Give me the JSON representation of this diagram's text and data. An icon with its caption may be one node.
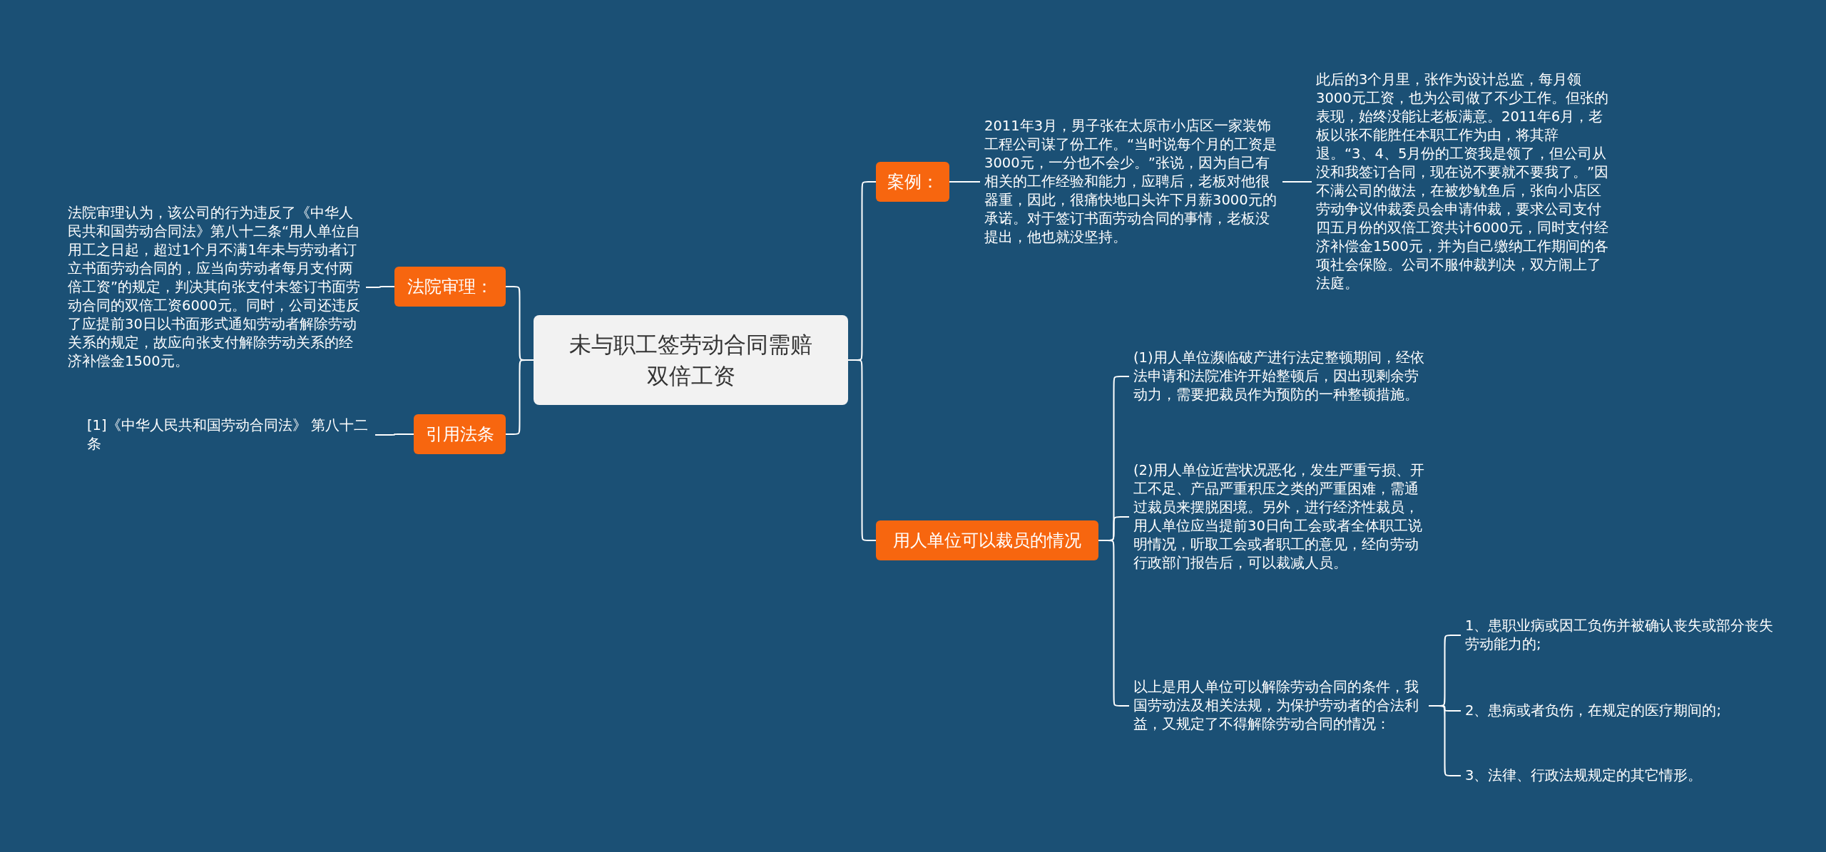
{
  "diagram": {
    "nodes": [
      {
        "text": [
          "未与职工签劳动合同需赔双倍工资"
        ]
      },
      {
        "text": [
          "法院审理："
        ]
      },
      {
        "text": [
          "法院审理认为，该公司的行为违反了《中华人民共和国劳动合同法》第八十二条“用人单位自用工之日起，超过1个月不满1年未与劳动者订立书面劳动合同的，应当向劳动者每月支付两倍工资”的规定，判决其向张支付未签订书面劳动合同的双倍工资6000元。同时，公司还违反了应提前30日以书面形式通知劳动者解除劳动关系的规定，故应向张支付解除劳动关系的经济补偿金1500元。"
        ]
      },
      {
        "text": [
          "引用法条"
        ]
      },
      {
        "text": [
          "[1]《中华人民共和国劳动合同法》 第八十二条"
        ]
      },
      {
        "text": [
          "案例："
        ]
      },
      {
        "text": [
          "2011年3月，男子张在太原市小店区一家装饰工程公司谋了份工作。“当时说每个月的工资是3000元，一分也不会少。”张说，因为自己有相关的工作经验和能力，应聘后，老板对他很器重，因此，很痛快地口头许下月薪3000元的承诺。对于签订书面劳动合同的事情，老板没提出，他也就没坚持。"
        ]
      },
      {
        "text": [
          "此后的3个月里，张作为设计总监，每月领3000元工资，也为公司做了不少工作。但张的表现，始终没能让老板满意。2011年6月，老板以张不能胜任本职工作为由，将其辞退。“3、4、5月份的工资我是领了，但公司从没和我签订合同，现在说不要就不要我了。”因不满公司的做法，在被炒鱿鱼后，张向小店区劳动争议仲裁委员会申请仲裁，要求公司支付四五月份的双倍工资共计6000元，同时支付经济补偿金1500元，并为自己缴纳工作期间的各项社会保险。公司不服仲裁判决，双方闹上了法庭。"
        ]
      },
      {
        "text": [
          "用人单位可以裁员的情况"
        ]
      },
      {
        "text": [
          "(1)用人单位濒临破产进行法定整顿期间，经依法申请和法院准许开始整顿后，因出现剩余劳动力，需要把裁员作为预防的一种整顿措施。"
        ]
      },
      {
        "text": [
          "(2)用人单位近营状况恶化，发生严重亏损、开工不足、产品严重积压之类的严重困难，需通过裁员来摆脱困境。另外，进行经济性裁员，用人单位应当提前30日向工会或者全体职工说明情况，听取工会或者职工的意见，经向劳动行政部门报告后，可以裁减人员。"
        ]
      },
      {
        "text": [
          "以上是用人单位可以解除劳动合同的条件，我国劳动法及相关法规，为保护劳动者的合法利益，又规定了不得解除劳动合同的情况："
        ]
      },
      {
        "text": [
          "1、患职业病或因工负伤并被确认丧失或部分丧失劳动能力的;"
        ]
      },
      {
        "text": [
          "2、患病或者负伤，在规定的医疗期间的;"
        ]
      },
      {
        "text": [
          "3、法律、行政法规规定的其它情形。"
        ]
      }
    ],
    "edges": [
      {
        "from": 0,
        "to": 1,
        "arrow": "none"
      },
      {
        "from": 1,
        "to": 2,
        "arrow": "none"
      },
      {
        "from": 0,
        "to": 3,
        "arrow": "none"
      },
      {
        "from": 3,
        "to": 4,
        "arrow": "none"
      },
      {
        "from": 0,
        "to": 5,
        "arrow": "none"
      },
      {
        "from": 5,
        "to": 6,
        "arrow": "none"
      },
      {
        "from": 6,
        "to": 7,
        "arrow": "none"
      },
      {
        "from": 0,
        "to": 8,
        "arrow": "none"
      },
      {
        "from": 8,
        "to": 9,
        "arrow": "none"
      },
      {
        "from": 8,
        "to": 10,
        "arrow": "none"
      },
      {
        "from": 8,
        "to": 11,
        "arrow": "none"
      },
      {
        "from": 11,
        "to": 12,
        "arrow": "none"
      },
      {
        "from": 11,
        "to": 13,
        "arrow": "none"
      },
      {
        "from": 11,
        "to": 14,
        "arrow": "none"
      }
    ]
  }
}
